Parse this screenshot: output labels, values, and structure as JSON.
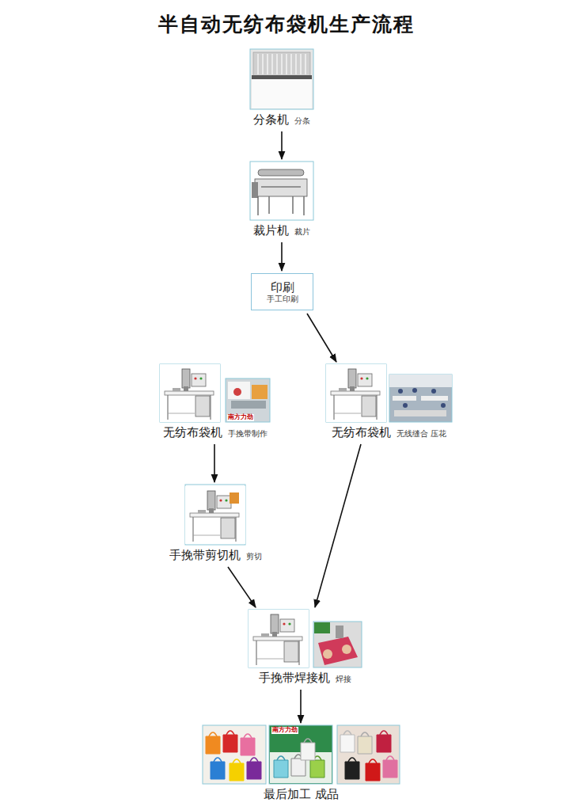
{
  "diagram": {
    "title": "半自动无纺布袋机生产流程",
    "nodes": [
      {
        "text": [
          "分条机",
          "分条"
        ]
      },
      {
        "text": [
          "裁片机",
          "裁片"
        ]
      },
      {
        "text": [
          "印刷",
          "手工印刷"
        ]
      },
      {
        "text": [
          "无纺布袋机",
          "手挽带制作"
        ]
      },
      {
        "text": [
          "无纺布袋机",
          "无线缝合 压花"
        ]
      },
      {
        "text": [
          "手挽带剪切机",
          "剪切"
        ]
      },
      {
        "text": [
          "手挽带焊接机",
          "焊接"
        ]
      },
      {
        "text": [
          "最后加工 成品"
        ]
      }
    ],
    "edges": [
      {
        "from": 0,
        "to": 1,
        "arrow": "to"
      },
      {
        "from": 1,
        "to": 2,
        "arrow": "to"
      },
      {
        "from": 2,
        "to": 4,
        "arrow": "to"
      },
      {
        "from": 3,
        "to": 5,
        "arrow": "to"
      },
      {
        "from": 5,
        "to": 6,
        "arrow": "to"
      },
      {
        "from": 4,
        "to": 6,
        "arrow": "to"
      },
      {
        "from": 6,
        "to": 7,
        "arrow": "to"
      }
    ],
    "labels": [
      "南方力劲",
      "南方力劲"
    ]
  }
}
